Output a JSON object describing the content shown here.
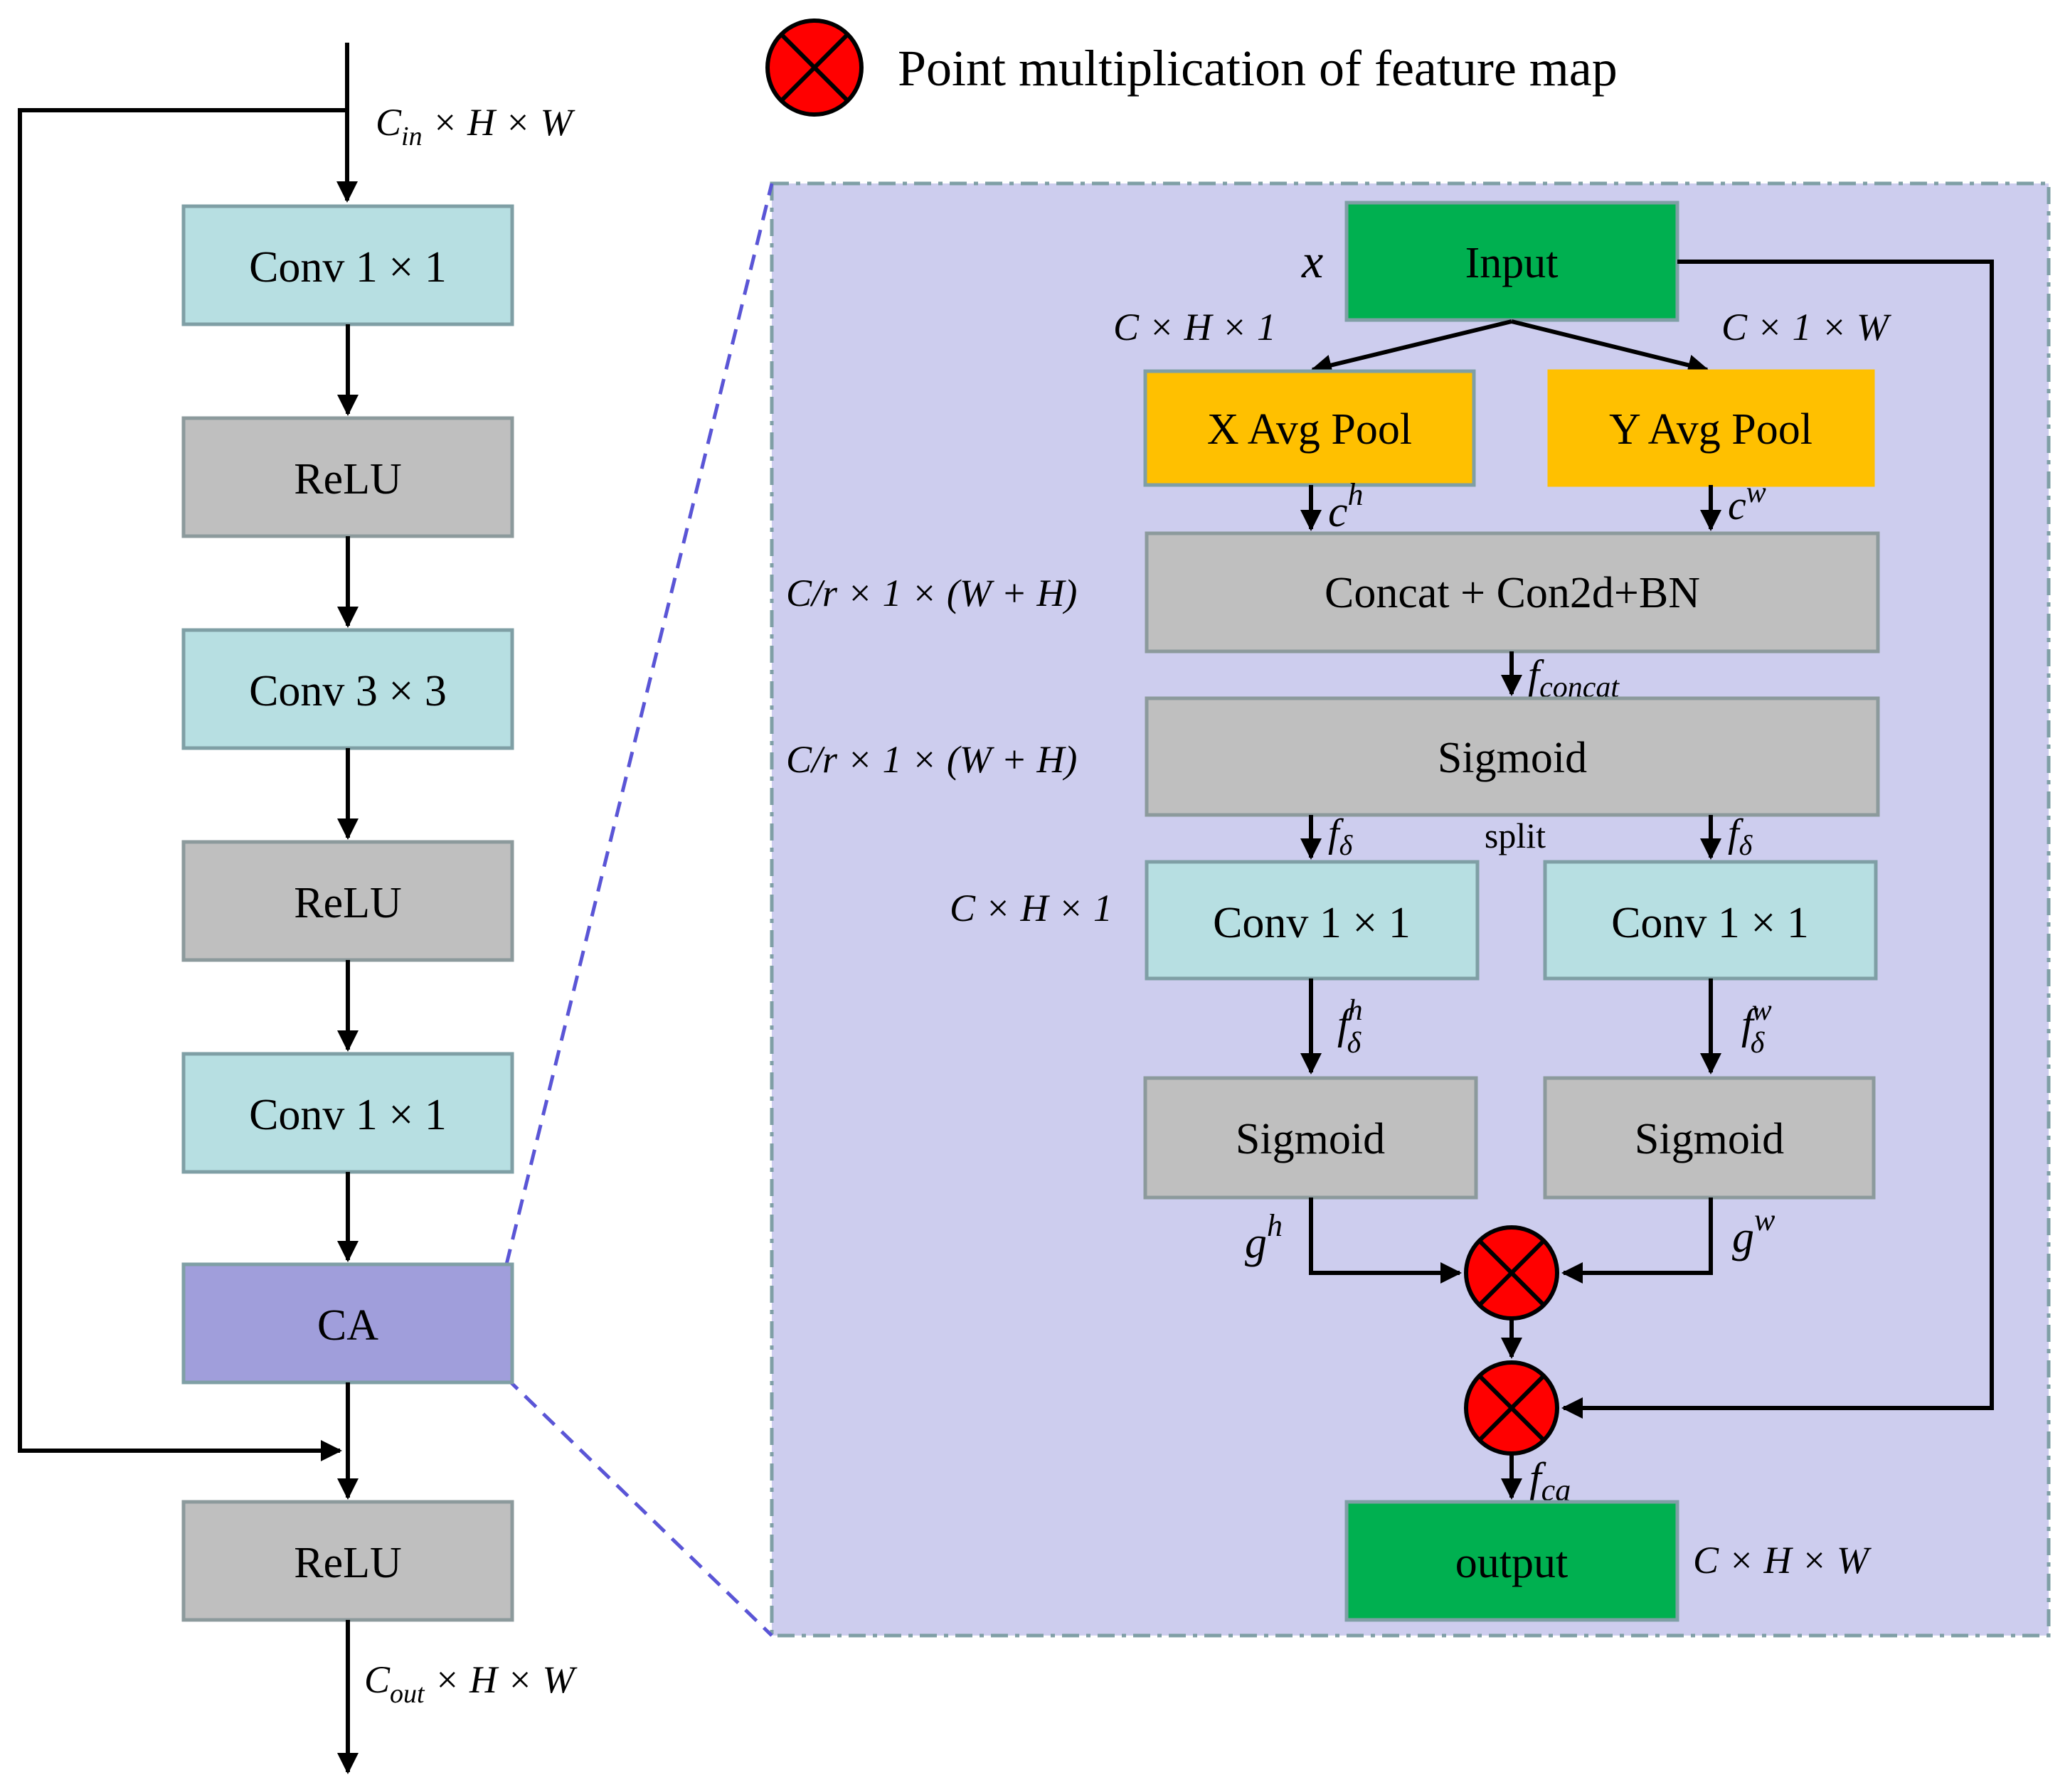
{
  "legend": {
    "text": "Point multiplication of feature map",
    "symbol_color": "#ff0000"
  },
  "colors": {
    "conv": "#b7dfe2",
    "relu": "#bfbfbf",
    "ca": "#a09edb",
    "ca_panel": "#cdcdee",
    "input_output": "#00b050",
    "pool": "#ffc000",
    "multiply": "#ff0000",
    "box_border_light": "#7f9fa5",
    "dashed_connector": "#5a55d6"
  },
  "left_column": {
    "input_shape": {
      "base": "C",
      "sub": "in",
      "rest": " × H × W"
    },
    "output_shape": {
      "base": "C",
      "sub": "out",
      "rest": " × H × W"
    },
    "blocks": [
      {
        "id": "conv1",
        "label": "Conv 1 × 1",
        "kind": "conv"
      },
      {
        "id": "relu1",
        "label": "ReLU",
        "kind": "relu"
      },
      {
        "id": "conv3",
        "label": "Conv 3 × 3",
        "kind": "conv"
      },
      {
        "id": "relu2",
        "label": "ReLU",
        "kind": "relu"
      },
      {
        "id": "conv1b",
        "label": "Conv 1 × 1",
        "kind": "conv"
      },
      {
        "id": "ca",
        "label": "CA",
        "kind": "ca"
      },
      {
        "id": "relu3",
        "label": "ReLU",
        "kind": "relu"
      }
    ]
  },
  "ca_module": {
    "input_label": "Input",
    "input_var": "x",
    "x_pool": "X Avg Pool",
    "y_pool": "Y Avg Pool",
    "concat": "Concat + Con2d+BN",
    "sigmoid_main": "Sigmoid",
    "conv_left": "Conv 1 × 1",
    "conv_right": "Conv 1 × 1",
    "sigmoid_left": "Sigmoid",
    "sigmoid_right": "Sigmoid",
    "output_label": "output",
    "split_label": "split",
    "shape_x_pool": "C × H × 1",
    "shape_y_pool": "C × 1 × W",
    "shape_concat": "C/r × 1 × (W + H)",
    "shape_sigmoid": "C/r × 1 × (W + H)",
    "shape_conv": "C × H × 1",
    "shape_output": "C × H × W",
    "var_ch": {
      "base": "c",
      "sup": "h"
    },
    "var_cw": {
      "base": "c",
      "sup": "w"
    },
    "var_fconcat": {
      "base": "f",
      "sub": "concat"
    },
    "var_fdelta_left": {
      "base": "f",
      "sub": "δ"
    },
    "var_fdelta_right": {
      "base": "f",
      "sub": "δ"
    },
    "var_fdh": {
      "base": "f",
      "sub": "δ",
      "sup": "h"
    },
    "var_fdw": {
      "base": "f",
      "sub": "δ",
      "sup": "w"
    },
    "var_gh": {
      "base": "g",
      "sup": "h"
    },
    "var_gw": {
      "base": "g",
      "sup": "w"
    },
    "var_fca": {
      "base": "f",
      "sub": "ca"
    }
  }
}
